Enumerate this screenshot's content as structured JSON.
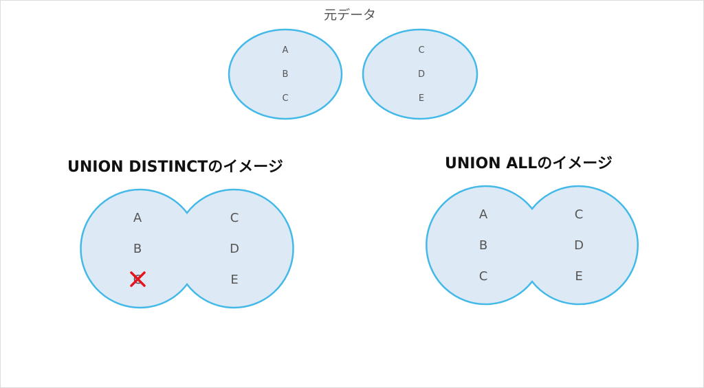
{
  "source": {
    "title": "元データ",
    "left_set": [
      "A",
      "B",
      "C"
    ],
    "right_set": [
      "C",
      "D",
      "E"
    ]
  },
  "union_distinct": {
    "title": "UNION DISTINCTのイメージ",
    "left_items": [
      "A",
      "B",
      "C"
    ],
    "right_items": [
      "C",
      "D",
      "E"
    ],
    "removed_item": "C",
    "removed_marker": "cross-mark-icon"
  },
  "union_all": {
    "title": "UNION ALLのイメージ",
    "left_items": [
      "A",
      "B",
      "C"
    ],
    "right_items": [
      "C",
      "D",
      "E"
    ]
  },
  "colors": {
    "fill": "#dde9f5",
    "stroke": "#43b9e8",
    "text": "#555555",
    "title": "#111111",
    "cross": "#e8121c"
  }
}
